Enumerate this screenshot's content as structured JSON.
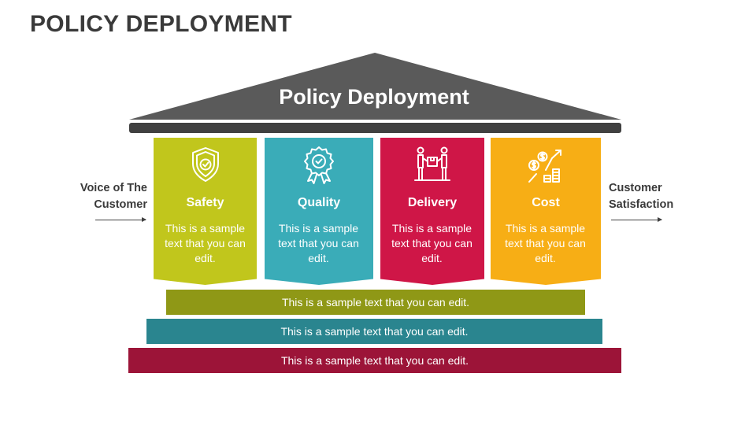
{
  "page": {
    "title": "POLICY DEPLOYMENT"
  },
  "roof": {
    "label": "Policy Deployment"
  },
  "left_label": {
    "line1": "Voice of The",
    "line2": "Customer"
  },
  "right_label": {
    "line1": "Customer",
    "line2": "Satisfaction"
  },
  "pillars": [
    {
      "title": "Safety",
      "text": "This is a sample text that you can edit.",
      "icon": "shield-check-icon",
      "color": "#c1c61c"
    },
    {
      "title": "Quality",
      "text": "This is a sample text that you can edit.",
      "icon": "award-badge-icon",
      "color": "#3aacb8"
    },
    {
      "title": "Delivery",
      "text": "This is a sample text that you can edit.",
      "icon": "package-handover-icon",
      "color": "#cf1647"
    },
    {
      "title": "Cost",
      "text": "This is a sample text that you can edit.",
      "icon": "coins-growth-icon",
      "color": "#f7ae15"
    }
  ],
  "foundation": [
    {
      "text": "This is a sample text that you can edit.",
      "color": "#8f9816"
    },
    {
      "text": "This is a sample text that you can edit.",
      "color": "#2a858f"
    },
    {
      "text": "This is a sample text that you can edit.",
      "color": "#9c1438"
    }
  ],
  "colors": {
    "roof": "#5a5a5a",
    "beam": "#404040",
    "title_text": "#3a3a3a"
  }
}
